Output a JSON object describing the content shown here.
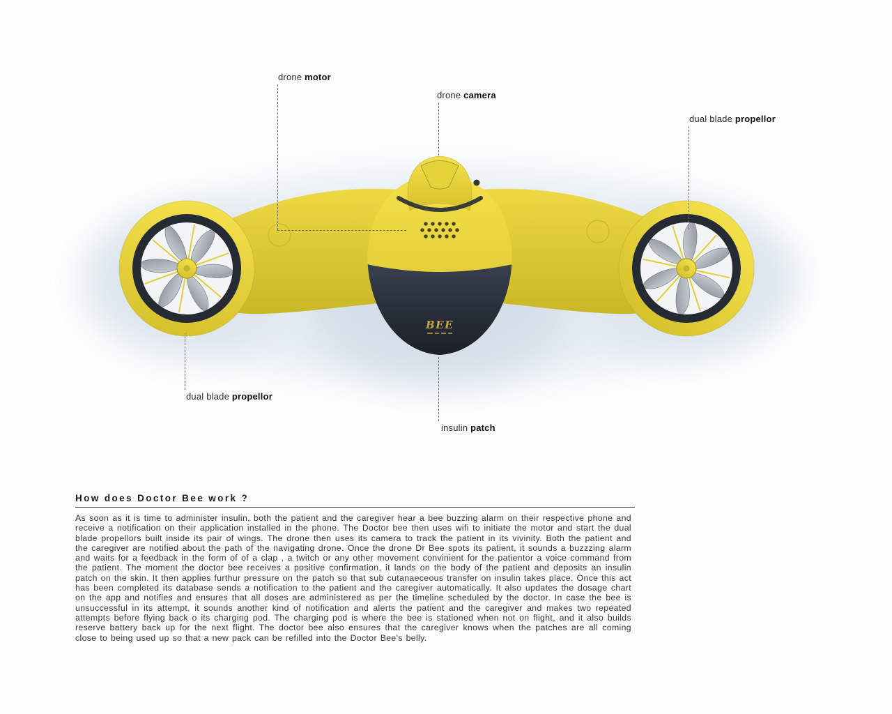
{
  "annotations": {
    "motor": {
      "prefix": "drone ",
      "term": "motor"
    },
    "camera": {
      "prefix": "drone ",
      "term": "camera"
    },
    "propellor_right": {
      "prefix": "dual blade ",
      "term": "propellor"
    },
    "propellor_left": {
      "prefix": "dual blade ",
      "term": "propellor"
    },
    "insulin_patch": {
      "prefix": "insulin ",
      "term": "patch"
    }
  },
  "drone": {
    "brand": "BEE"
  },
  "section": {
    "heading": "How does Doctor Bee work ?",
    "paragraph": "As soon as it is time to administer insulin, both the patient and the caregiver hear a bee buzzing alarm on their respective phone and receive a notification on their application installed in the phone. The Doctor bee then uses wifi to initiate the motor and start the dual blade propellors built inside its pair of wings. The drone then uses its camera to track the patient in its vivinity. Both the patient and the caregiver are notified about the path of the navigating drone. Once the drone Dr Bee spots its patient, it sounds a buzzzing alarm and waits for a feedback in the form of of a clap , a twitch or any other movement convinient for the patientor a voice command from the patient. The moment the doctor bee receives a positive confirmation, it lands on the body of the patient and deposits an insulin patch on the skin. It then applies furthur pressure on the patch so that sub cutanaeceous transfer on insulin takes place. Once this act has been completed its database sends a notification to the patient and the caregiver automatically. It also updates the dosage chart on the app and notifies and ensures that all doses are administered as per the timeline scheduled by the doctor. In case the bee is unsuccessful in its attempt, it sounds another kind of notification and alerts the patient and the caregiver and makes two repeated attempts before flying back o its charging pod. The charging pod is where the bee is stationed when not on flight, and it also builds reserve battery back up for the next flight. The doctor bee also ensures that the caregiver knows when the patches are all coming close to being used up so that a new pack can be refilled into the Doctor Bee's belly."
  },
  "colors": {
    "body_yellow": "#e8d43c",
    "body_dark": "#232833",
    "blade_gray": "#a7adb5",
    "brand_gold": "#c9a63d",
    "leader_line": "#6b6b6b",
    "shadow_tint": "#dfe7ef"
  }
}
